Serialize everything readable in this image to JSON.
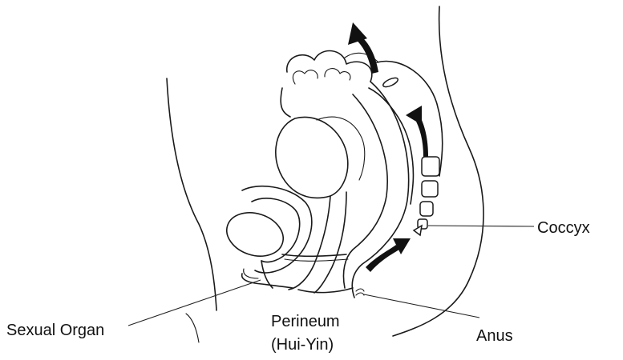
{
  "labels": {
    "coccyx": "Coccyx",
    "sexual_organ": "Sexual Organ",
    "perineum_line1": "Perineum",
    "perineum_line2": "(Hui-Yin)",
    "anus": "Anus"
  },
  "colors": {
    "line": "#1a1a1a",
    "background": "#ffffff",
    "arrow": "#111111"
  }
}
